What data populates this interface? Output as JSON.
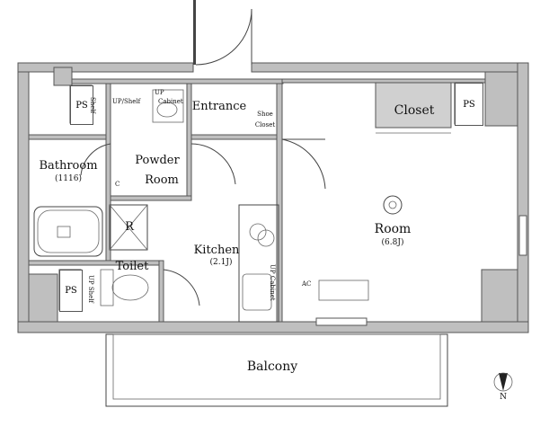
{
  "plan": {
    "rooms": {
      "bathroom": {
        "name": "Bathroom",
        "size": "(1116)"
      },
      "powder": {
        "name": "Powder",
        "name2": "Room"
      },
      "entrance": {
        "name": "Entrance"
      },
      "closet": {
        "name": "Closet"
      },
      "room": {
        "name": "Room",
        "size": "(6.8J)"
      },
      "kitchen": {
        "name": "Kitchen",
        "size": "(2.1J)"
      },
      "toilet": {
        "name": "Toilet"
      },
      "balcony": {
        "name": "Balcony"
      }
    },
    "labels": {
      "ps": "PS",
      "shelf": "Shelf",
      "up_shelf": "UP/Shelf",
      "up": "UP",
      "cabinet": "Cabinet",
      "shoe": "Shoe",
      "closet_small": "Closet",
      "fridge": "R",
      "up_shelf_toilet": "UP Shelf",
      "up_cabinet": "UP Cabinet",
      "north": "N",
      "c": "C",
      "ac": "AC"
    },
    "colors": {
      "wall": "#bfbfbf",
      "line": "#444444",
      "closet_fill": "#d0d0d0"
    }
  }
}
